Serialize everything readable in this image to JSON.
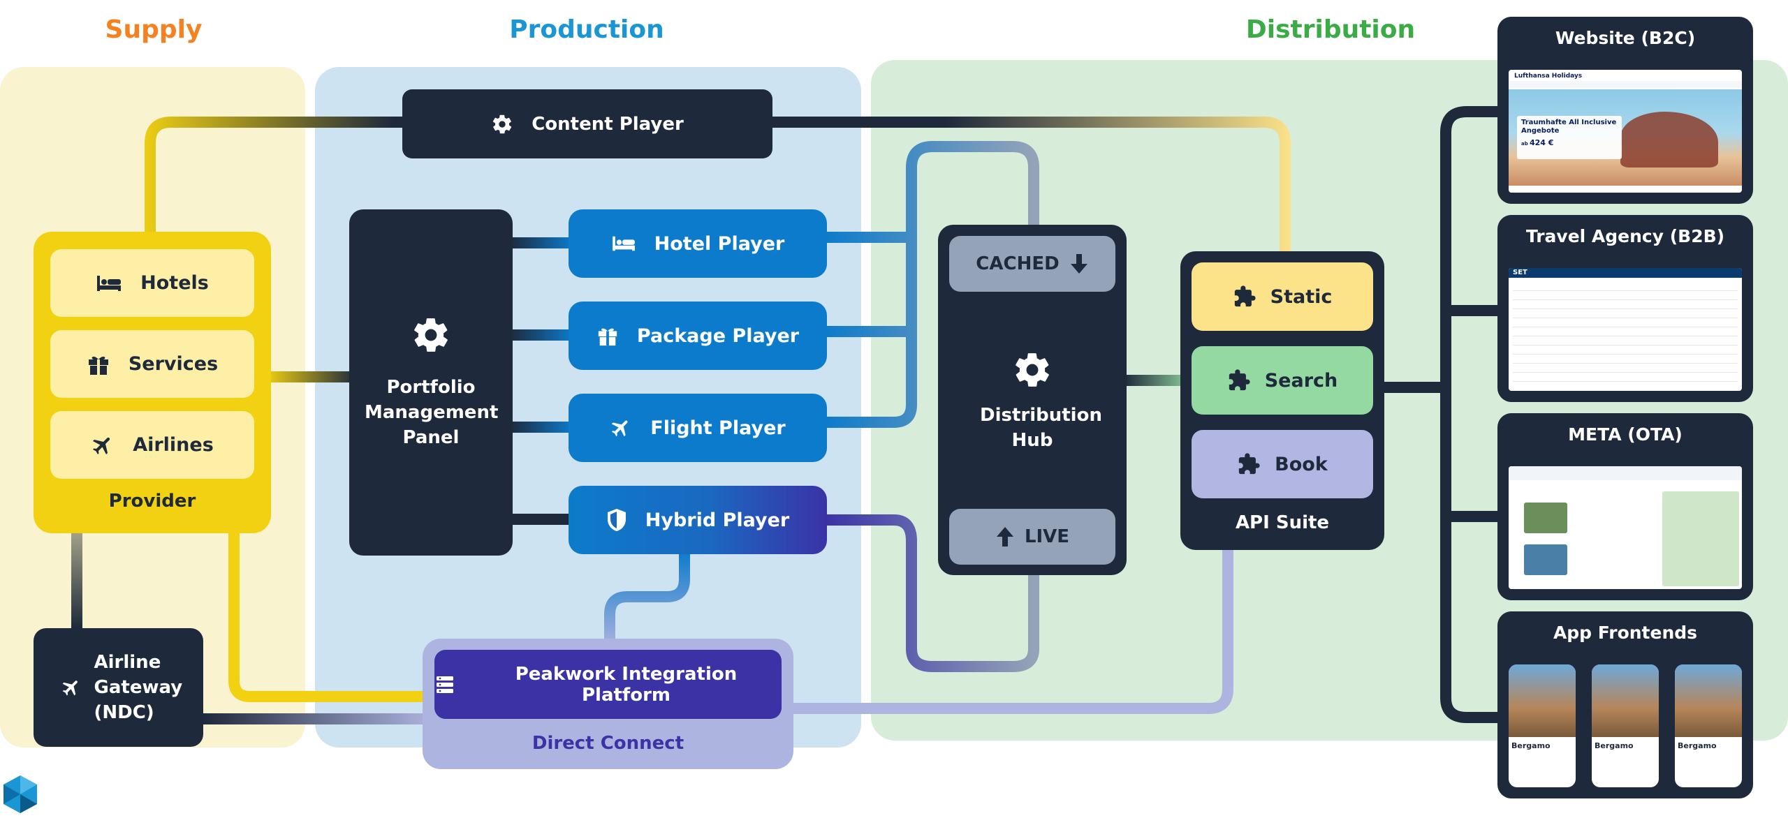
{
  "sections": {
    "supply": "Supply",
    "production": "Production",
    "distribution": "Distribution"
  },
  "supply": {
    "hotels": "Hotels",
    "services": "Services",
    "airlines": "Airlines",
    "provider": "Provider",
    "airline_gateway": "Airline Gateway (NDC)"
  },
  "production": {
    "content_player": "Content Player",
    "portfolio_panel": "Portfolio Management Panel",
    "hotel_player": "Hotel Player",
    "package_player": "Package Player",
    "flight_player": "Flight Player",
    "hybrid_player": "Hybrid Player",
    "integration_platform": "Peakwork Integration Platform",
    "direct_connect": "Direct Connect"
  },
  "distribution": {
    "cached": "CACHED",
    "hub": "Distribution Hub",
    "live": "LIVE",
    "static": "Static",
    "search": "Search",
    "book": "Book",
    "api_suite": "API Suite"
  },
  "frontends": {
    "website": {
      "title": "Website (B2C)",
      "brand": "Lufthansa Holidays",
      "headline": "Traumhafte All Inclusive Angebote",
      "price_prefix": "ab",
      "price": "424 €"
    },
    "agency": {
      "title": "Travel Agency (B2B)",
      "brand": "SET"
    },
    "meta": {
      "title": "META (OTA)"
    },
    "app": {
      "title": "App Frontends",
      "city": "Bergamo"
    }
  },
  "colors": {
    "supply_bg": "#faf3cf",
    "production_bg": "#cde3f2",
    "distribution_bg": "#d8edd9",
    "supply_title": "#f58220",
    "production_title": "#1996d3",
    "distribution_title": "#3bab45",
    "dark": "#1e293b",
    "provider_yellow": "#f1d112",
    "player_blue": "#0c7bcb",
    "peakwork_purple": "#3b32a6",
    "direct_connect": "#aeb4e0",
    "static": "#fce38a",
    "search": "#94d9a2",
    "book": "#b1b7e2",
    "cache_gray": "#94a3b8"
  },
  "icons": {
    "hotels": "bed-icon",
    "services": "gift-icon",
    "airlines": "plane-icon",
    "gateway": "plane-icon",
    "content_player": "gear-icon",
    "portfolio": "gear-icon",
    "hotel_player": "bed-icon",
    "package_player": "gift-icon",
    "flight_player": "plane-icon",
    "hybrid_player": "shield-icon",
    "integration": "server-icon",
    "cached": "arrow-down-icon",
    "live": "arrow-up-icon",
    "hub": "gear-icon",
    "api": "puzzle-icon",
    "logo": "peakwork-logo"
  }
}
